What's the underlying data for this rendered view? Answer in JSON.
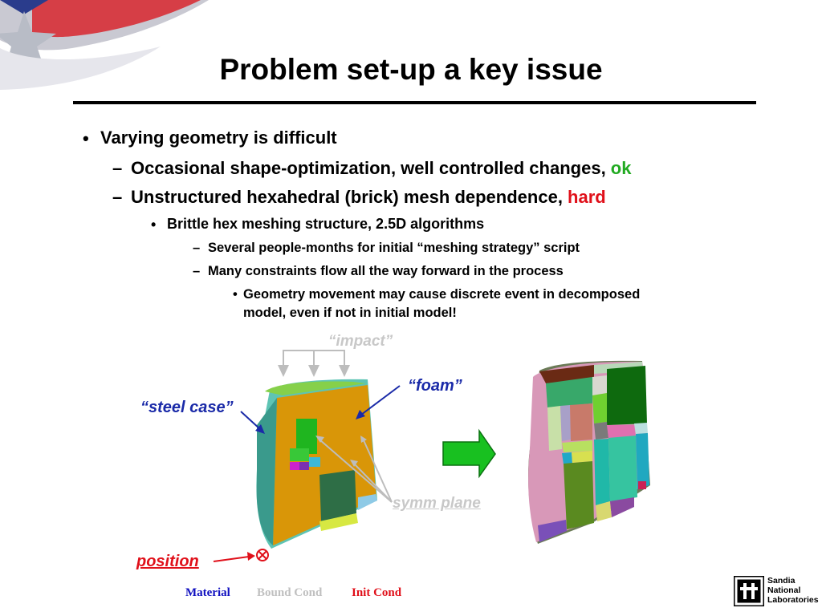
{
  "slide": {
    "title": "Problem set-up a key issue",
    "bullets": [
      {
        "text": "Varying geometry is difficult"
      },
      {
        "text": "Occasional shape-optimization, well controlled changes, ",
        "tag": "ok"
      },
      {
        "text": "Unstructured hexahedral (brick) mesh dependence, ",
        "tag": "hard"
      },
      {
        "text": "Brittle hex meshing structure, 2.5D algorithms"
      },
      {
        "text": "Several people-months for initial “meshing strategy” script"
      },
      {
        "text": "Many constraints flow all the way forward in the process"
      },
      {
        "text": "Geometry movement may cause discrete event in decomposed",
        "cont": "model, even if not in initial model!"
      }
    ],
    "markers": {
      "bullet": "•",
      "dash": "–"
    }
  },
  "figure": {
    "labels": {
      "impact": "“impact”",
      "foam": "“foam”",
      "steel_case": "“steel case”",
      "symm_plane": "symm plane",
      "position": "position"
    },
    "colors": {
      "label_blue": "#1a2aa8",
      "label_gray": "#c8c8c8",
      "label_red": "#e0101a",
      "foam": "#d99608",
      "case": "#5ec4b4",
      "arrow_green": "#18c020"
    }
  },
  "legend": {
    "material": "Material",
    "bound_cond": "Bound Cond",
    "init_cond": "Init Cond",
    "colors": {
      "material": "#1010c0",
      "bound_cond": "#c0c0c0",
      "init_cond": "#e0101a"
    }
  },
  "logo": {
    "line1": "Sandia",
    "line2": "National",
    "line3": "Laboratories"
  },
  "icons": [
    "star-swoosh-decoration-icon",
    "down-arrow-icon",
    "circle-x-icon",
    "right-arrow-icon",
    "sandia-thunderbird-icon"
  ]
}
